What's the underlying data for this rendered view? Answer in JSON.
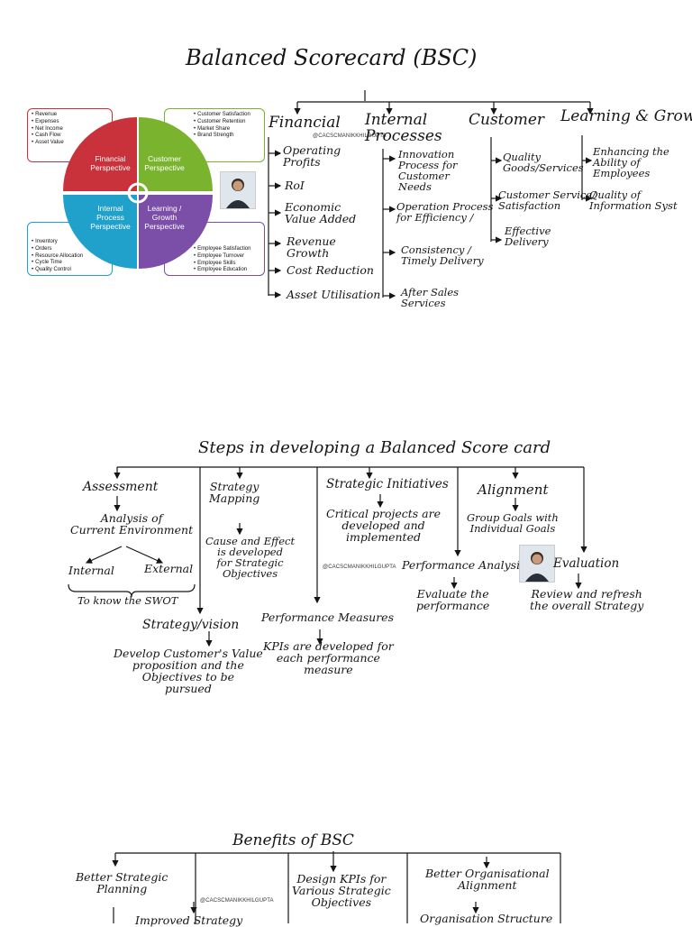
{
  "section1": {
    "title": "Balanced Scorecard (BSC)",
    "watermark": "@CACSCMANIKKHILGUPTA",
    "diagram": {
      "quadrants": [
        {
          "label": "Financial\nPerspective",
          "color": "#c9323a"
        },
        {
          "label": "Customer\nPerspective",
          "color": "#7ab32e"
        },
        {
          "label": "Internal\nProcess\nPerspective",
          "color": "#1fa1cc"
        },
        {
          "label": "Learning /\nGrowth\nPerspective",
          "color": "#7b4ea8"
        }
      ],
      "boxes": [
        {
          "items": [
            "Revenue",
            "Expenses",
            "Net Income",
            "Cash Flow",
            "Asset Value"
          ],
          "color": "#c9323a"
        },
        {
          "items": [
            "Customer Satisfaction",
            "Customer Retention",
            "Market Share",
            "Brand Strength"
          ],
          "color": "#7ab32e"
        },
        {
          "items": [
            "Inventory",
            "Orders",
            "Resource Allocation",
            "Cycle Time",
            "Quality Control"
          ],
          "color": "#1fa1cc"
        },
        {
          "items": [
            "Employee Satisfaction",
            "Employee Turnover",
            "Employee Skills",
            "Employee Education"
          ],
          "color": "#7b4ea8"
        }
      ]
    },
    "columns": {
      "financial": {
        "heading": "Financial",
        "items": [
          "Operating\nProfits",
          "RoI",
          "Economic\nValue Added",
          "Revenue\nGrowth",
          "Cost Reduction",
          "Asset Utilisation"
        ]
      },
      "internal": {
        "heading": "Internal\nProcesses",
        "items": [
          "Innovation\nProcess for\nCustomer\nNeeds",
          "Operation Process\nfor Efficiency /",
          "Consistency /\nTimely Delivery",
          "After Sales\nServices"
        ]
      },
      "customer": {
        "heading": "Customer",
        "items": [
          "Quality\nGoods/Services",
          "Customer Service/\nSatisfaction",
          "Effective\nDelivery"
        ]
      },
      "learning": {
        "heading": "Learning & Growth",
        "items": [
          "Enhancing the\nAbility of\nEmployees",
          "Quality of\nInformation Syst"
        ]
      }
    }
  },
  "section2": {
    "title": "Steps in developing a Balanced Score card",
    "watermark": "@CACSCMANIKKHILGUPTA",
    "assessment": {
      "heading": "Assessment",
      "sub": "Analysis of\nCurrent Environment",
      "internal": "Internal",
      "external": "External",
      "note": "To know the SWOT"
    },
    "strategy_mapping": {
      "heading": "Strategy\nMapping",
      "text": "Cause and Effect\nis developed\nfor Strategic\nObjectives"
    },
    "strategy_vision": {
      "heading": "Strategy/vision",
      "text": "Develop Customer's Value\nproposition and the\nObjectives to be\npursued"
    },
    "initiatives": {
      "heading": "Strategic Initiatives",
      "text": "Critical projects are\ndeveloped and\nimplemented"
    },
    "performance_measures": {
      "heading": "Performance Measures",
      "text": "KPIs are developed for\neach performance\nmeasure"
    },
    "alignment": {
      "heading": "Alignment",
      "text": "Group Goals with\nIndividual Goals"
    },
    "performance_analysis": {
      "heading": "Performance Analysis",
      "text": "Evaluate the\nperformance"
    },
    "evaluation": {
      "heading": "Evaluation",
      "text": "Review and refresh\nthe overall Strategy"
    }
  },
  "section3": {
    "title": "Benefits of BSC",
    "watermark": "@CACSCMANIKKHILGUPTA",
    "items": [
      "Better Strategic\nPlanning",
      "Improved Strategy",
      "Design KPIs for\nVarious Strategic\nObjectives",
      "Better Organisational\nAlignment",
      "Organisation Structure"
    ]
  }
}
